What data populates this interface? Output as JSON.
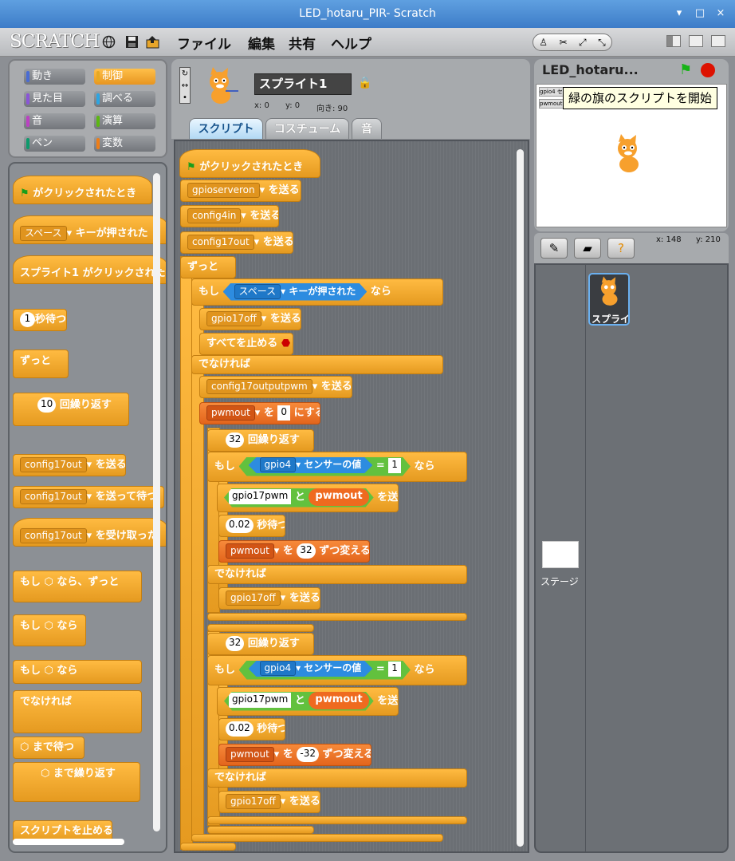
{
  "window": {
    "title": "LED_hotaru_PIR- Scratch",
    "min": "▾",
    "max": "□",
    "close": "×"
  },
  "menubar": {
    "logo": "SCRATCH",
    "menus": [
      "ファイル",
      "編集",
      "共有",
      "ヘルプ"
    ]
  },
  "categories": [
    {
      "label": "動き",
      "color": "#4a6cd4"
    },
    {
      "label": "制御",
      "color": "#e6a822"
    },
    {
      "label": "見た目",
      "color": "#8a55d7"
    },
    {
      "label": "調べる",
      "color": "#2ca5e2"
    },
    {
      "label": "音",
      "color": "#bb42c3"
    },
    {
      "label": "演算",
      "color": "#5cb712"
    },
    {
      "label": "ペン",
      "color": "#0e9a6c"
    },
    {
      "label": "変数",
      "color": "#ee7d16"
    }
  ],
  "palette": {
    "flag_hat": "がクリックされたとき",
    "key_slot": "スペース",
    "key_hat": "キーが押された",
    "sprite_hat": "スプライト1 がクリックされた",
    "wait_num": "1",
    "wait_label": "秒待つ",
    "forever": "ずっと",
    "repeat_num": "10",
    "repeat_label": "回繰り返す",
    "broadcast_slot": "config17out",
    "broadcast": "を送る",
    "broadcast_wait": "を送って待つ",
    "receive": "を受け取った",
    "if_forever_pre": "もし",
    "if_forever_post": "なら、ずっと",
    "if": "もし",
    "then": "なら",
    "else": "でなければ",
    "wait_until": "まで待つ",
    "repeat_until": "まで繰り返す",
    "stop_script": "スクリプトを止める"
  },
  "sprite": {
    "name": "スプライト1",
    "x_label": "x: 0",
    "y_label": "y: 0",
    "dir_label": "向き: 90"
  },
  "tabs": [
    "スクリプト",
    "コスチューム",
    "音"
  ],
  "script": {
    "hat": "がクリックされたとき",
    "send": "を送る",
    "s1": "gpioserveron",
    "s2": "config4in",
    "s3": "config17out",
    "forever": "ずっと",
    "if": "もし",
    "key": "スペース",
    "key_pressed": "キーが押された",
    "then": "なら",
    "s4": "gpio17off",
    "stop_all": "すべてを止める",
    "else": "でなければ",
    "s5": "config17outputpwm",
    "var": "pwmout",
    "set_to": "を",
    "set_val": "0",
    "set_post": "にする",
    "repeat_num": "32",
    "repeat": "回繰り返す",
    "sensor_slot": "gpio4",
    "sensor_label": "センサーの値",
    "eq": "=",
    "eq_val": "1",
    "join_text": "gpio17pwm",
    "join": "と",
    "wait_num": "0.02",
    "wait": "秒待つ",
    "change_pre": "を",
    "change_up": "32",
    "change_down": "-32",
    "change_post": "ずつ変える"
  },
  "stage": {
    "title": "LED_hotaru...",
    "tooltip": "緑の旗のスクリプトを開始",
    "mx": "x: 148",
    "my": "y: 210",
    "mini1": "gpio4 センサー",
    "mini2": "pwmout"
  },
  "sprites_pane": {
    "sprite_label": "スプライト1",
    "stage_label": "ステージ"
  }
}
